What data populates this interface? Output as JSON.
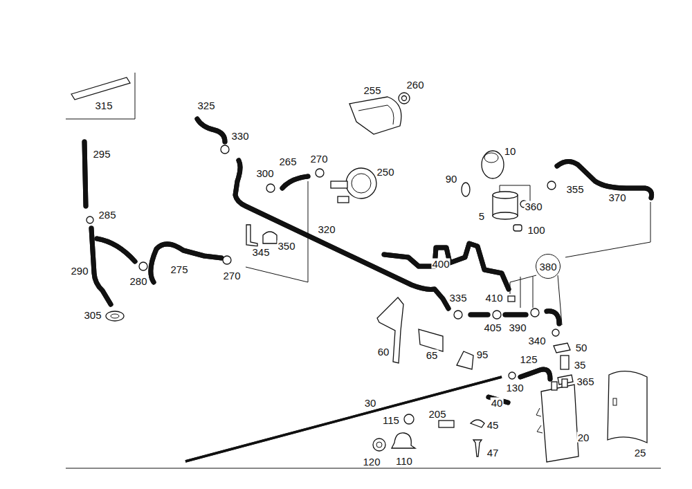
{
  "diagram": {
    "nodes": [
      {
        "text": [
          "380"
        ]
      }
    ],
    "labels": [
      "315",
      "255",
      "260",
      "325",
      "330",
      "295",
      "265",
      "270",
      "300",
      "250",
      "10",
      "90",
      "355",
      "285",
      "5",
      "360",
      "370",
      "320",
      "100",
      "345",
      "350",
      "290",
      "275",
      "270",
      "280",
      "400",
      "305",
      "335",
      "410",
      "405",
      "390",
      "340",
      "50",
      "60",
      "65",
      "95",
      "125",
      "35",
      "130",
      "365",
      "30",
      "40",
      "115",
      "205",
      "45",
      "20",
      "25",
      "47",
      "120",
      "110"
    ]
  }
}
